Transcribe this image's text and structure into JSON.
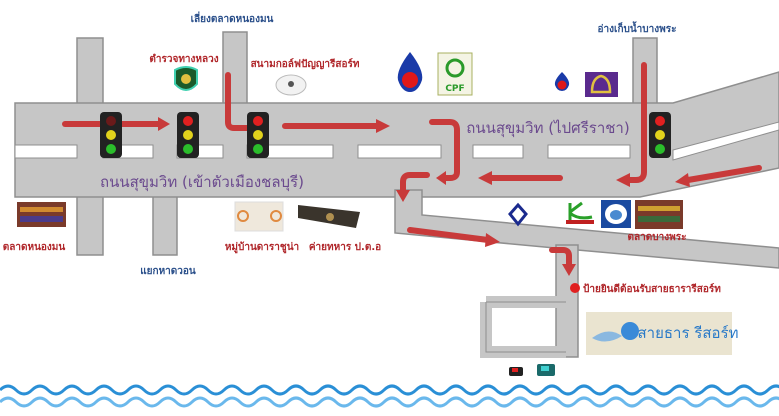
{
  "labels": {
    "bypass_nongmon": "เลี่ยงตลาดหนองมน",
    "highway_police": "ตำรวจทางหลวง",
    "golf_course": "สนามกอล์ฟปัญญารีสอร์ท",
    "bang_phra_reservoir": "อ่างเก็บน้ำบางพระ",
    "road_to_sriracha": "ถนนสุขุมวิท (ไปศรีราชา)",
    "road_to_chonburi": "ถนนสุขุมวิท (เข้าตัวเมืองชลบุรี)",
    "nongmon_market": "ตลาดหนองมน",
    "hat_won_junction": "แยกหาดวอน",
    "village": "หมู่บ้านดาราชูน่า",
    "military_camp": "ค่ายทหาร ป.ต.อ",
    "bang_phra_market": "ตลาดบางพระ",
    "welcome_sign": "ป้ายยินดีต้อนรับสายธารารีสอร์ท",
    "resort_logo": "สายธาร รีสอร์ท",
    "cpf_logo": "CPF"
  },
  "colors": {
    "road": "#c6c6c6",
    "arrow": "#c83a3a",
    "water": "#2a8fd6",
    "label_red": "#b0262a",
    "label_blue": "#2a4f8a"
  }
}
